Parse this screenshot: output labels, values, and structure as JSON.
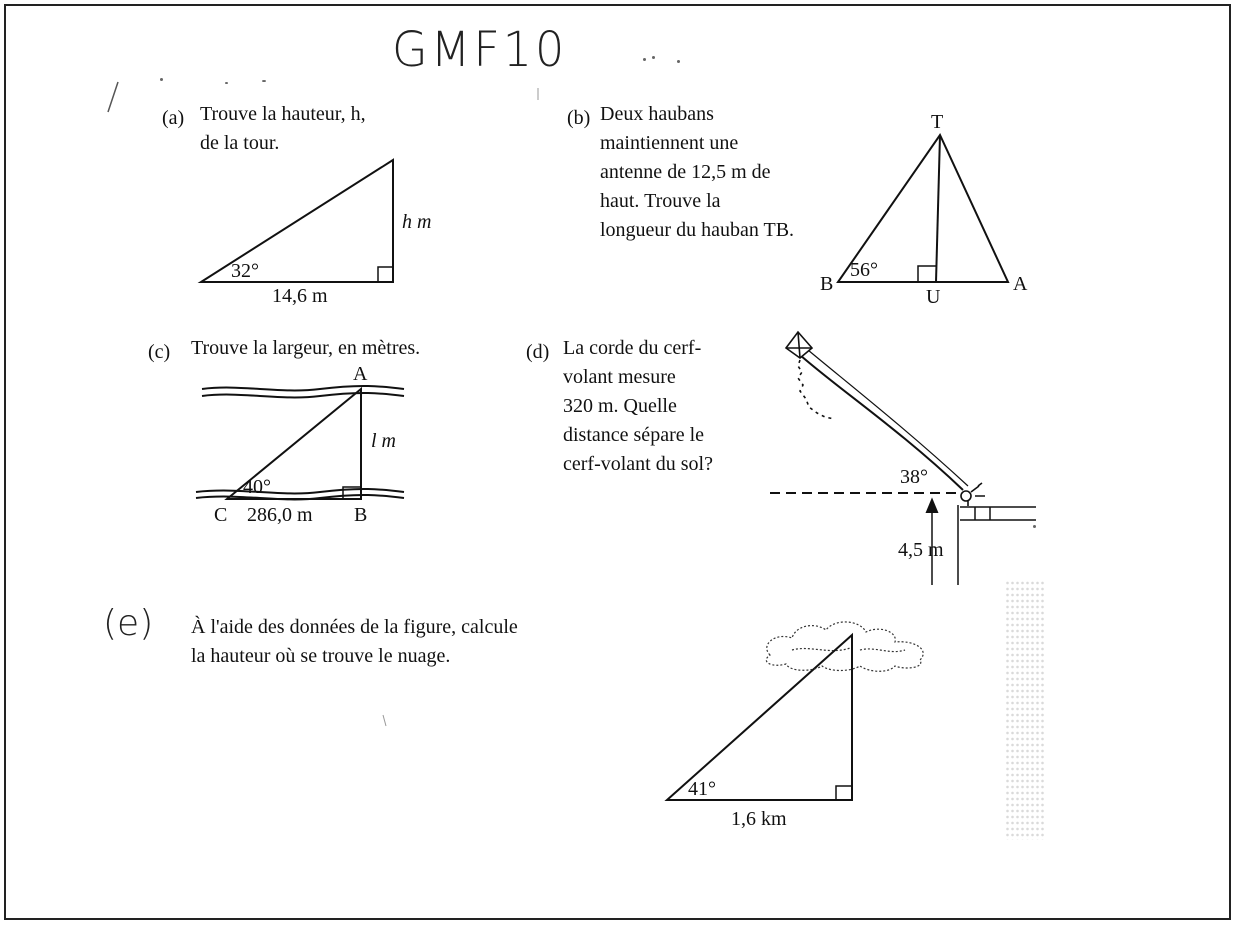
{
  "header": {
    "title": "GMF10"
  },
  "questions": [
    {
      "id": "a",
      "label": "(a)",
      "text": "Trouve la hauteur, h,\nde la tour."
    },
    {
      "id": "b",
      "label": "(b)",
      "text": "Deux haubans\nmaintiennent une\nantenne de 12,5 m de\nhaut. Trouve la\nlongueur du hauban TB."
    },
    {
      "id": "c",
      "label": "(c)",
      "text": "Trouve la largeur, en mètres."
    },
    {
      "id": "d",
      "label": "(d)",
      "text": "La corde du cerf-\nvolant mesure\n320 m. Quelle\ndistance sépare le\ncerf-volant du sol?"
    },
    {
      "id": "e",
      "label": "(e)",
      "text": "À l'aide des données de la figure, calcule\nla hauteur où se trouve le nuage."
    }
  ],
  "figures": {
    "a": {
      "angle": "32°",
      "base": "14,6 m",
      "height": "h m"
    },
    "b": {
      "top": "T",
      "left": "B",
      "right": "A",
      "foot": "U",
      "angle": "56°"
    },
    "c": {
      "top": "A",
      "left": "C",
      "right": "B",
      "angle": "40°",
      "base": "286,0 m",
      "height": "l m"
    },
    "d": {
      "angle": "38°",
      "height": "4,5 m"
    },
    "e": {
      "angle": "41°",
      "base": "1,6 km"
    }
  },
  "icons": {
    "kite": "kite-icon",
    "person": "kite-flyer-icon",
    "cloud": "cloud-icon"
  }
}
